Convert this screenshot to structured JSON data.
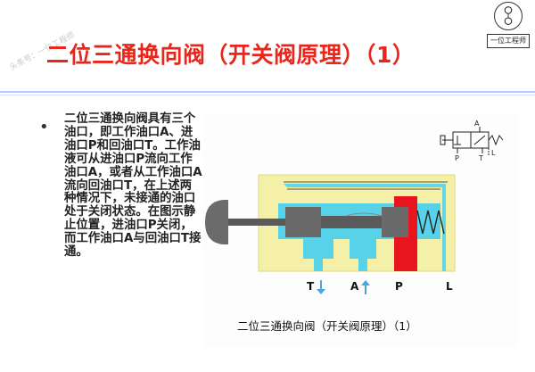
{
  "watermark": {
    "text": "头条号：一位工程师"
  },
  "logo": {
    "text": "一位工程师"
  },
  "header": {
    "title": "二位三通换向阀（开关阀原理）（1）"
  },
  "content": {
    "bullet": "•",
    "paragraph": "二位三通换向阀具有三个油口，即工作油口A、进油口P和回油口T。工作油液可从进油口P流向工作油口A，或者从工作油口A流向回油口T，在上述两种情况下，未接通的油口处于关闭状态。在图示静止位置，进油口P关闭，而工作油口A与回油口T接通。"
  },
  "diagram": {
    "symbol_labels": {
      "a": "A",
      "p": "P",
      "t": "T",
      "l": "L"
    },
    "port_labels": {
      "t": "T",
      "a": "A",
      "p": "P",
      "l": "L"
    },
    "caption": "二位三通换向阀（开关阀原理）（1）",
    "colors": {
      "body": "#f5f0a8",
      "cyan": "#58d2e8",
      "red": "#e8141e",
      "spool": "#5a5a5a",
      "arrow": "#4aa6e0"
    }
  }
}
